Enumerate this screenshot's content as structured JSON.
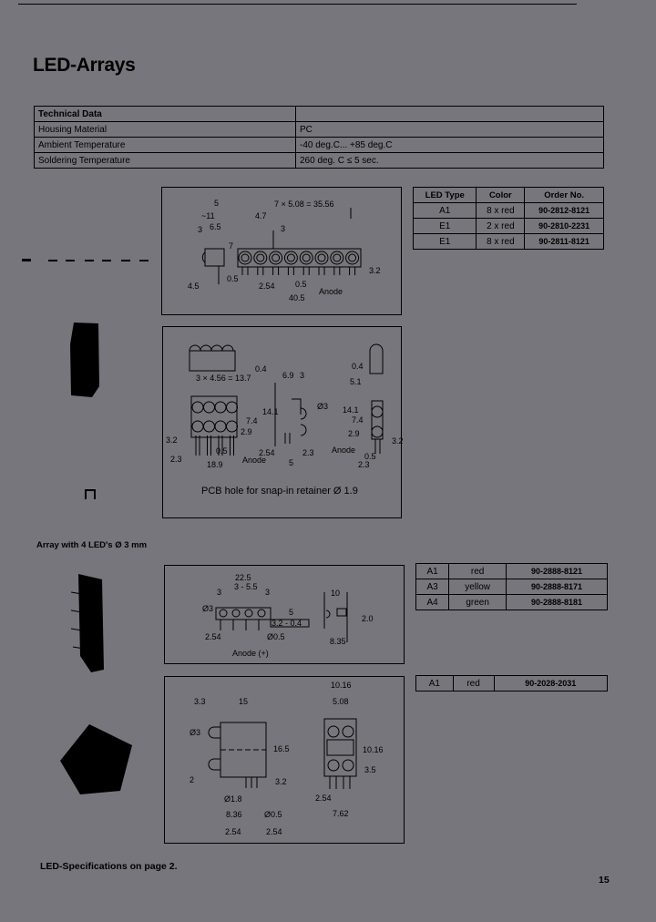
{
  "title": "LED-Arrays",
  "technical_data": {
    "header": "Technical Data",
    "rows": [
      {
        "label": "Housing Material",
        "value": "PC"
      },
      {
        "label": "Ambient Temperature",
        "value": "-40 deg.C... +85 deg.C"
      },
      {
        "label": "Soldering Temperature",
        "value": "260 deg. C ≤ 5 sec."
      }
    ]
  },
  "order_table_1": {
    "headers": [
      "LED Type",
      "Color",
      "Order No."
    ],
    "rows": [
      [
        "A1",
        "8 x red",
        "90-2812-8121"
      ],
      [
        "E1",
        "2 x red",
        "90-2810-2231"
      ],
      [
        "E1",
        "8 x red",
        "90-2811-8121"
      ]
    ]
  },
  "section_label": "Array with 4 LED's Ø 3 mm",
  "order_table_2": {
    "rows": [
      [
        "A1",
        "red",
        "90-2888-8121"
      ],
      [
        "A3",
        "yellow",
        "90-2888-8171"
      ],
      [
        "A4",
        "green",
        "90-2888-8181"
      ]
    ]
  },
  "order_table_3": {
    "rows": [
      [
        "A1",
        "red",
        "90-2028-2031"
      ]
    ]
  },
  "drawing_1": {
    "labels": [
      "5",
      "7 × 5.08 = 35.56",
      "~11",
      "4.7",
      "3",
      "6.5",
      "3",
      "7",
      "0.5",
      "4.5",
      "2.54",
      "0.5",
      "Anode",
      "40.5",
      "3.2"
    ]
  },
  "drawing_2": {
    "labels": [
      "0.4",
      "3 × 4.56 = 13.7",
      "6.9",
      "3",
      "Ø3",
      "14.1",
      "7.4",
      "2.9",
      "3.2",
      "2.3",
      "0.5",
      "Anode",
      "18.9",
      "2.54",
      "2.3",
      "5",
      "0.4",
      "5.1",
      "14.1",
      "7.4",
      "2.9",
      "Anode",
      "0.5",
      "2.3",
      "3.2"
    ],
    "caption": "PCB hole for snap-in retainer  Ø 1.9"
  },
  "drawing_3": {
    "labels": [
      "22.5",
      "3 - 5.5",
      "3",
      "3",
      "Ø3",
      "5",
      "3.2 - 0.4",
      "2.54",
      "Ø0.5",
      "Anode (+)",
      "10",
      "2.0",
      "8.35"
    ]
  },
  "drawing_4": {
    "labels": [
      "3.3",
      "15",
      "Ø3",
      "16.5",
      "2",
      "3.2",
      "Ø1.8",
      "8.36",
      "Ø0.5",
      "2.54",
      "2.54",
      "10.16",
      "5.08",
      "10.16",
      "3.5",
      "2.54",
      "7.62"
    ]
  },
  "footer_note": "LED-Specifications on page 2.",
  "page_number": "15",
  "colors": {
    "background": "#77767c",
    "ink": "#000000"
  }
}
